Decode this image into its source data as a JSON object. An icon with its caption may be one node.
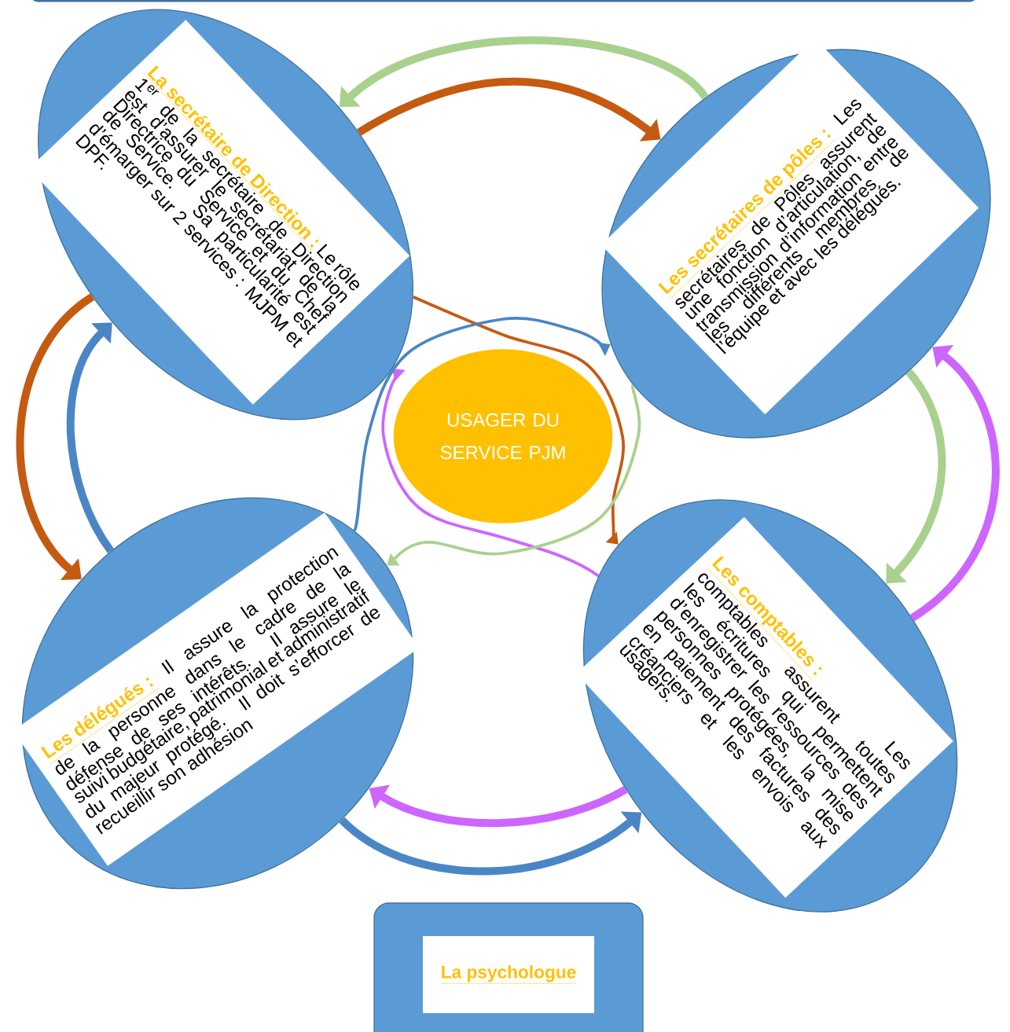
{
  "diagram": {
    "nodes": [
      {
        "text": [
          "La secrétaire de Direction :",
          "Le rôle 1$^{er}$ de la secrétaire de Direction est d’assurer le secrétariat de la Directrice du Service et du Chef de Service. Sa particularité est d’émarger sur 2 services : MJPM et DPF."
        ]
      },
      {
        "text": [
          "Les secrétaires de pôles :",
          "Les secrétaires de Pôles assurent une fonction d’articulation, de transmission d’information entre les différents membres de l’équipe et avec les délégués."
        ]
      },
      {
        "text": [
          "Les délégués :",
          "Il assure la protection de la personne dans le cadre de la défense de ses intérêts. Il assure le suivi budgétaire, patrimonial et administratif du majeur protégé. Il doit s’efforcer de recueillir son adhésion"
        ]
      },
      {
        "text": [
          "Les comptables :",
          "Les comptables assurent toutes les écritures qui permettent d’enregistrer les ressources des personnes protégées, la mise en paiement des factures des créanciers et les envois aux usagers."
        ]
      },
      {
        "text": [
          "USAGER DU SERVICE PJM"
        ]
      },
      {
        "text": [
          "La psychologue"
        ]
      }
    ],
    "edges": [
      {
        "from": 1,
        "to": 0,
        "arrow": "to",
        "color": "#a9d18e"
      },
      {
        "from": 0,
        "to": 1,
        "arrow": "to",
        "color": "#c55a11"
      },
      {
        "from": 1,
        "to": 3,
        "arrow": "to",
        "color": "#a9d18e"
      },
      {
        "from": 3,
        "to": 1,
        "arrow": "to",
        "color": "#cc66ff"
      },
      {
        "from": 3,
        "to": 2,
        "arrow": "to",
        "color": "#cc66ff"
      },
      {
        "from": 2,
        "to": 3,
        "arrow": "to",
        "color": "#4a86c5"
      },
      {
        "from": 0,
        "to": 2,
        "arrow": "to",
        "color": "#c55a11"
      },
      {
        "from": 2,
        "to": 0,
        "arrow": "to",
        "color": "#4a86c5"
      },
      {
        "from": 0,
        "to": 3,
        "arrow": "to",
        "color": "#c55a11"
      },
      {
        "from": 3,
        "to": 0,
        "arrow": "to",
        "color": "#cc66ff"
      },
      {
        "from": 2,
        "to": 1,
        "arrow": "to",
        "color": "#4a86c5"
      },
      {
        "from": 1,
        "to": 2,
        "arrow": "to",
        "color": "#a9d18e"
      }
    ]
  }
}
